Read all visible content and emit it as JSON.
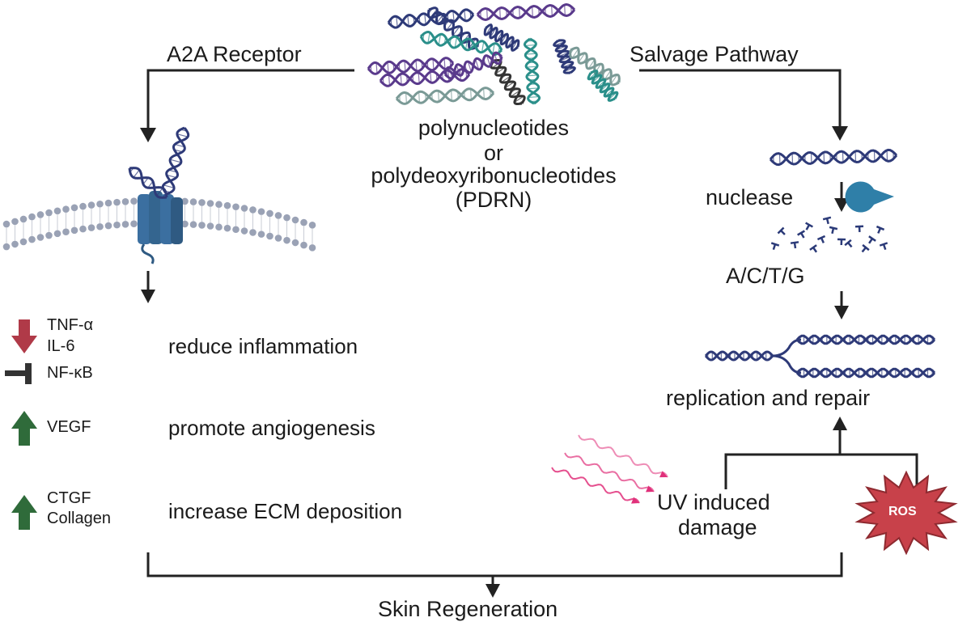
{
  "labels": {
    "left_pathway": "A2A Receptor",
    "right_pathway": "Salvage Pathway",
    "center_line1": "polynucleotides",
    "center_line2": "or",
    "center_line3": "polydeoxyribonucleotides",
    "center_line4": "(PDRN)",
    "nuclease": "nuclease",
    "bases": "A/C/T/G",
    "replication": "replication and repair",
    "uv_line1": "UV induced",
    "uv_line2": "damage",
    "ros": "ROS",
    "skin": "Skin Regeneration"
  },
  "effects": [
    {
      "markers": [
        "TNF-α",
        "IL-6"
      ],
      "direction": "down",
      "outcome": "reduce inflammation"
    },
    {
      "markers": [
        "NF-κB"
      ],
      "direction": "inhibit",
      "outcome": ""
    },
    {
      "markers": [
        "VEGF"
      ],
      "direction": "up",
      "outcome": "promote angiogenesis"
    },
    {
      "markers": [
        "CTGF",
        "Collagen"
      ],
      "direction": "up",
      "outcome": "increase ECM deposition"
    }
  ],
  "colors": {
    "line": "#222222",
    "dna_purple": "#5a3a8c",
    "dna_navy": "#2e3a78",
    "dna_teal": "#2a8f8a",
    "dna_grey": "#7a9a96",
    "dna_dark": "#333333",
    "receptor": "#3b6fa0",
    "membrane": "#9aa2b5",
    "down_arrow": "#b03a48",
    "up_arrow": "#2f6b3a",
    "uv_wave": "#e0307a",
    "ros_fill": "#c8414a",
    "nuclease": "#2f7fa8",
    "fragments": "#2b3a78"
  }
}
